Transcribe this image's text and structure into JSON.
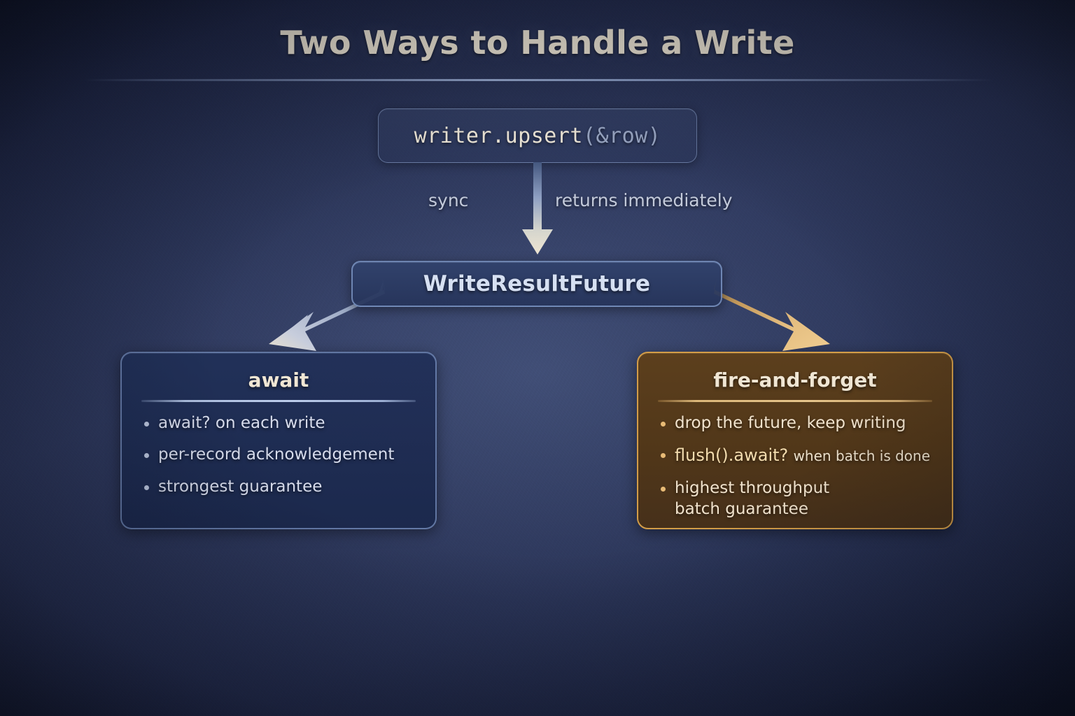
{
  "title": "Two Ways to Handle a Write",
  "colors": {
    "background_navy": "#222a4c",
    "accent_blue": "#8ca6d6",
    "accent_amber": "#d39d48",
    "cream_text": "#ece4d3",
    "arrow_blue": "#c4cde0",
    "arrow_amber": "#eac184"
  },
  "flow": {
    "entry": {
      "code_main": "writer.upsert",
      "code_arg": "(&row)"
    },
    "edge_labels": {
      "left": "sync",
      "right": "returns immediately"
    },
    "future": "WriteResultFuture"
  },
  "branches": [
    {
      "id": "await",
      "title": "await",
      "bullets": [
        {
          "text": "await? on each write"
        },
        {
          "text": "per-record acknowledgement"
        },
        {
          "text": "strongest guarantee"
        }
      ]
    },
    {
      "id": "fire-and-forget",
      "title": "fire-and-forget",
      "bullets": [
        {
          "text": "drop the future, keep writing"
        },
        {
          "code": "flush().await?",
          "note": "when batch is done"
        },
        {
          "line1": "highest throughput",
          "line2": "batch guarantee"
        }
      ]
    }
  ]
}
